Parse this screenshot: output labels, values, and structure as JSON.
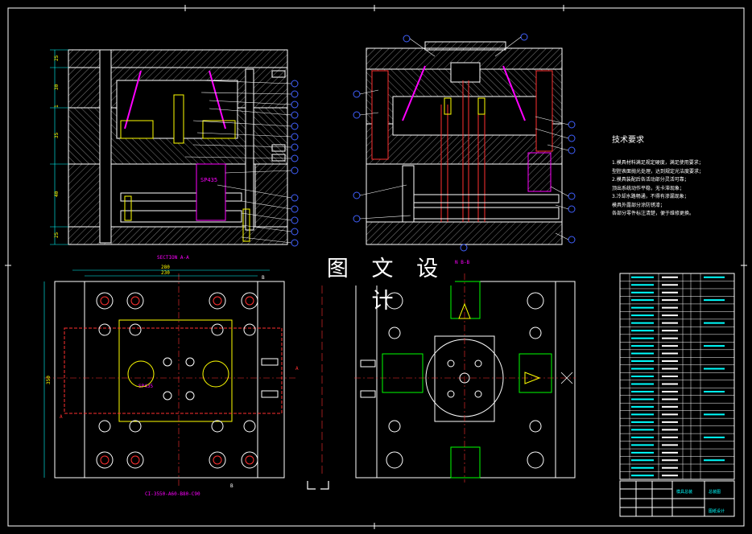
{
  "drawing": {
    "watermark": "图 文 设 计",
    "section_aa_label": "SECTION A-A",
    "section_bb_label": "N B-B",
    "cavity_label": "SP435",
    "plan_cavity_label": "SP435",
    "mold_base_code": "CI-3550-A60-B80-C90",
    "dimensions": {
      "top_width_1": "280",
      "top_width_2": "230",
      "side_height": "350",
      "left_heights": [
        "25",
        "30",
        "1",
        "35",
        "40",
        "25"
      ]
    },
    "section_marks": [
      "A",
      "A",
      "B",
      "B"
    ]
  },
  "technical_requirements": {
    "title": "技术要求",
    "lines": [
      "1.模具材料满足规定硬度，满足使用要求；",
      "型腔表面抛光处理，达到规定光洁度要求；",
      "2.模具装配后各活动部分灵活可靠；",
      "顶出系统动作平稳，无卡滞现象；",
      "3.冷却水路畅通，不得有渗漏现象；",
      "模具外露部分涂防锈漆；",
      "各部分零件标注清楚，便于维修更换。"
    ]
  },
  "parts_table": {
    "row_count": 27
  },
  "title_block": {
    "name_left": "模具总装",
    "name_right": "总装图",
    "project": "图纸设计"
  },
  "colors": {
    "background": "#000000",
    "outline": "#ffffff",
    "hatch": "#ffffff",
    "dimension": "#00ffff",
    "centerline": "#ff3030",
    "green": "#00ff00",
    "yellow": "#ffff00",
    "magenta": "#ff00ff",
    "blue": "#4060ff"
  }
}
